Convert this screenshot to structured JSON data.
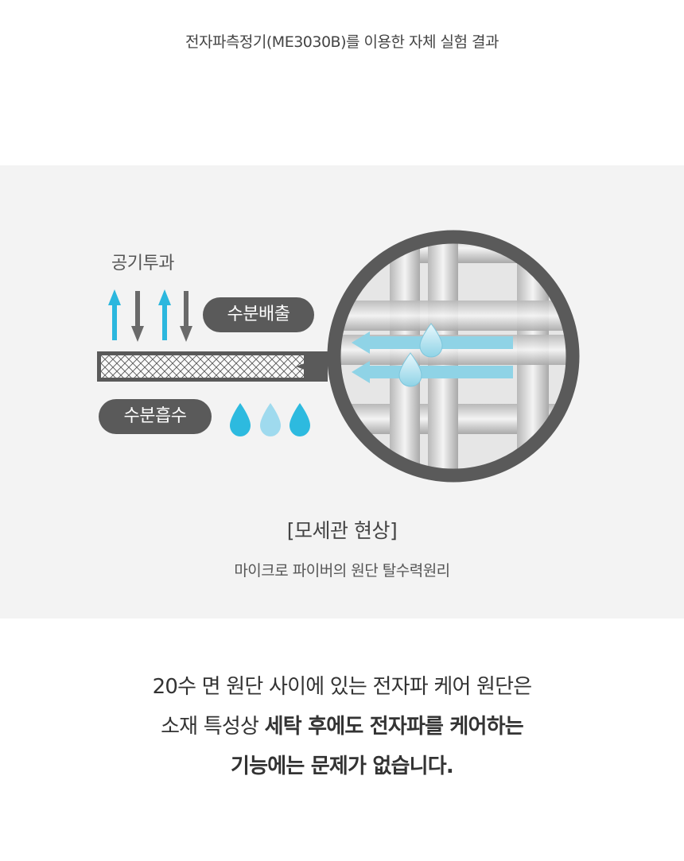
{
  "header": {
    "caption": "전자파측정기(ME3030B)를 이용한 자체 실험 결과"
  },
  "diagram": {
    "air_label": "공기투과",
    "release_label": "수분배출",
    "absorb_label": "수분흡수",
    "colors": {
      "arrow_up": "#2bb7de",
      "arrow_down": "#6a6a6a",
      "pill_bg": "#5a5a5a",
      "drop_dark": "#2dbadf",
      "drop_light": "#9fdaee",
      "ring": "#5a5a5a",
      "flow": "#8fd3e6"
    },
    "icons": [
      "arrow-up-icon",
      "arrow-down-icon",
      "water-drop-icon"
    ]
  },
  "phenomenon": {
    "title": "[모세관 현상]",
    "subtitle": "마이크로 파이버의 원단 탈수력원리"
  },
  "description": {
    "line1": "20수 면 원단 사이에 있는 전자파 케어 원단은",
    "line2_normal": "소재 특성상 ",
    "line2_bold": "세탁 후에도 전자파를 케어하는",
    "line3": "기능에는 문제가 없습니다."
  }
}
